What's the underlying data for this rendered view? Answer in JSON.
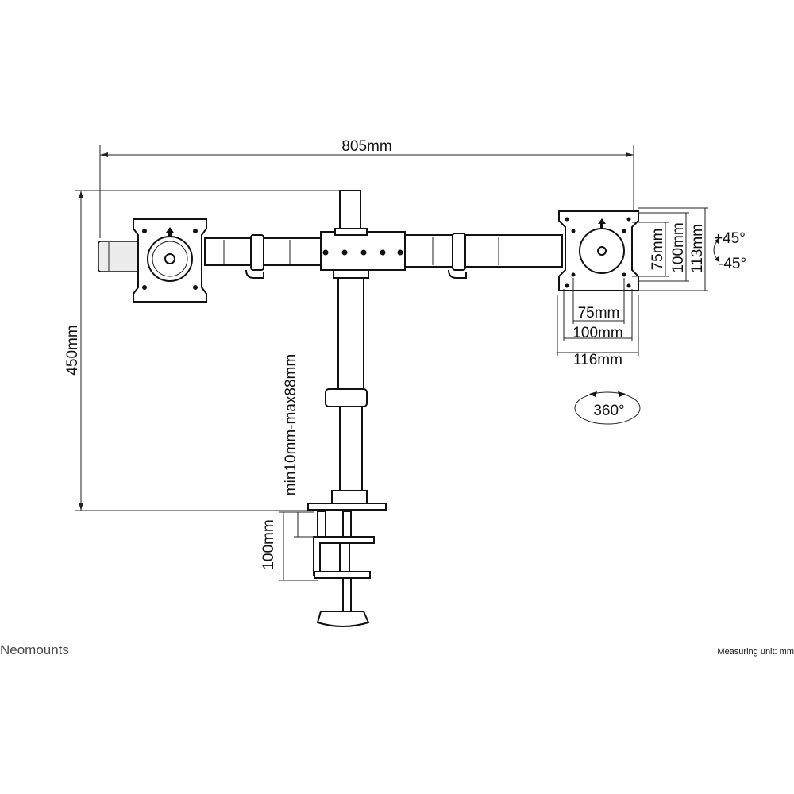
{
  "brand": {
    "logo_text": "Neomounts"
  },
  "footer": {
    "measuring_unit": "Measuring unit: mm"
  },
  "dimensions": {
    "total_width": "805mm",
    "total_height": "450mm",
    "desk_thickness": "min10mm-max88mm",
    "clamp_height": "100mm",
    "vesa_h_75": "75mm",
    "vesa_h_100": "100mm",
    "plate_width": "116mm",
    "vesa_v_75": "75mm",
    "vesa_v_100": "100mm",
    "plate_height": "113mm"
  },
  "rotation": {
    "tilt_up": "+45°",
    "tilt_down": "-45°",
    "swivel": "360°"
  }
}
